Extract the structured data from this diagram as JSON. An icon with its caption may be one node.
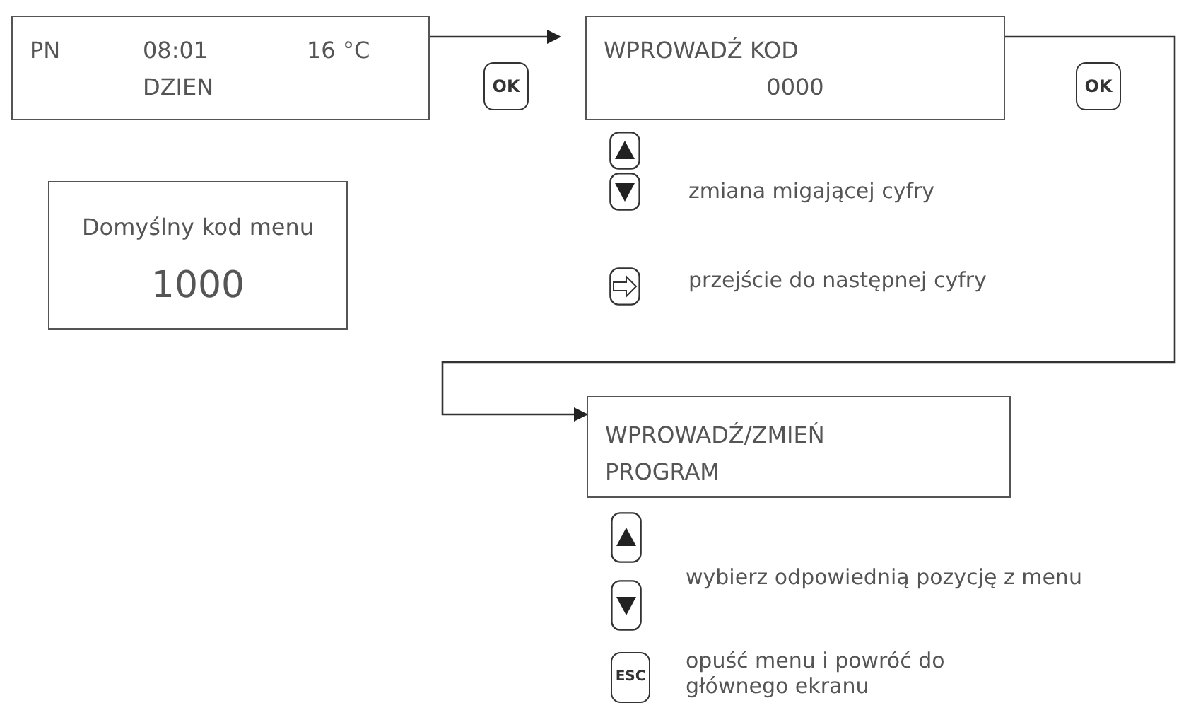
{
  "diagram": {
    "nodes": [
      {
        "text": [
          "PN",
          "08:01",
          "16 °C",
          "DZIEN"
        ]
      },
      {
        "text": [
          "WPROWADŹ KOD",
          "0000"
        ]
      },
      {
        "text": [
          "Domyślny kod menu",
          "1000"
        ]
      },
      {
        "text": [
          "WPROWADŹ/ZMIEŃ PROGRAM"
        ]
      }
    ],
    "edges": [
      {
        "from": 0,
        "to": 1,
        "arrow": "to",
        "label": "OK"
      },
      {
        "from": 1,
        "to": 3,
        "arrow": "to",
        "label": "OK"
      }
    ],
    "labels": [
      "zmiana migającej cyfry",
      "przejście do następnej cyfry",
      "wybierz odpowiednią pozycję z menu",
      "ESC",
      "opuść menu i powróć do głównego ekranu"
    ]
  }
}
